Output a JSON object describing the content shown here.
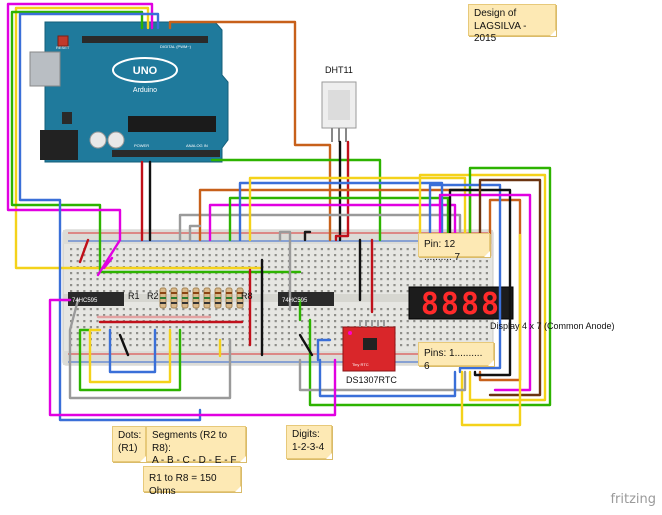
{
  "notes": {
    "design": [
      "Design of",
      "LAGSILVA - 2015"
    ],
    "dots": [
      "Dots:",
      "(R1)"
    ],
    "segments": [
      "Segments (R2 to R8):",
      "A - B - C - D - E - F - G"
    ],
    "resistors": "R1 to R8 = 150 Ohms",
    "digits": [
      "Digits:",
      "1-2-3-4"
    ],
    "pin_top": "Pin: 12 .......... 7",
    "pin_bottom": "Pins: 1.......... 6"
  },
  "labels": {
    "dht": "DHT11",
    "rtc": "DS1307RTC",
    "display": "Display 4 x 7 (Common Anode)",
    "r1": "R1",
    "r2": "R2",
    "r8": "R8",
    "chip1": "74HC595",
    "chip2": "74HC595",
    "uno": "UNO",
    "arduino": "Arduino",
    "reset": "RESET",
    "digital": "DIGITAL (PWM~)",
    "analog": "ANALOG IN",
    "power": "POWER",
    "rtc_board": "Tiny RTC"
  },
  "display_digits": "8888",
  "watermark": "fritzing"
}
